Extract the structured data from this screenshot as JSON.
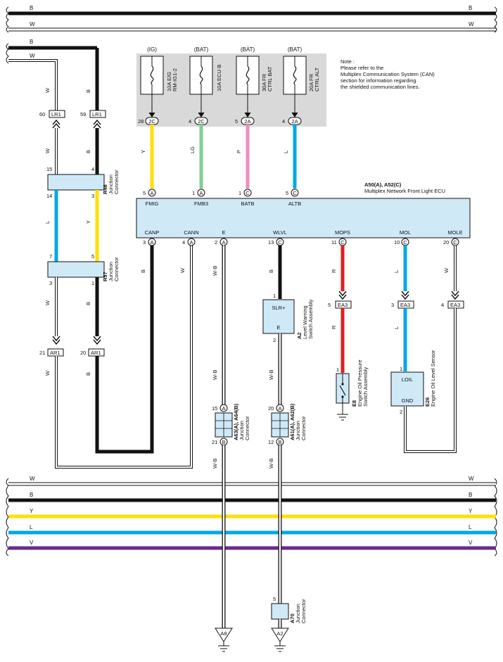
{
  "colors": {
    "B": "#1a1a1a",
    "W": "#ffffff",
    "Y": "#ffe000",
    "L": "#00a8e6",
    "V": "#6a2a8e",
    "LG": "#7fcf96",
    "P": "#f08cc0",
    "R": "#e02020",
    "WB": "#ffffff",
    "ecu_fill": "#cfe9f7",
    "fuse_bg": "#d9d9d9"
  },
  "buses": {
    "top": [
      {
        "code": "B"
      },
      {
        "code": "W"
      }
    ],
    "bottom": [
      {
        "code": "W"
      },
      {
        "code": "B"
      },
      {
        "code": "Y"
      },
      {
        "code": "L"
      },
      {
        "code": "V"
      }
    ]
  },
  "fuses": [
    {
      "source": "(IG)",
      "name": "10A E/G\nRM-IG1-2",
      "pin": "28",
      "conn": "2C",
      "wire": "Y"
    },
    {
      "source": "(BAT)",
      "name": "10A ECU-B",
      "pin": "4",
      "conn": "2C",
      "wire": "LG"
    },
    {
      "source": "(BAT)",
      "name": "30A FR\nCTRL BAT",
      "pin": "5",
      "conn": "2A",
      "wire": "P"
    },
    {
      "source": "(BAT)",
      "name": "20A FR\nCTRL ALT",
      "pin": "4",
      "conn": "2A",
      "wire": "L"
    }
  ],
  "note": "Note :\nPlease refer to the\nMultiplex Communication System (CAN)\nsection for information regarding\nthe shielded communication lines.",
  "ecu": {
    "id": "A50(A), A52(C)",
    "name": "Multiplex Network Front Light ECU",
    "top_pins": [
      {
        "pin": "5",
        "conn": "A",
        "label": "FMIG"
      },
      {
        "pin": "1",
        "conn": "A",
        "label": "FMB3"
      },
      {
        "pin": "1",
        "conn": "C",
        "label": "BATB"
      },
      {
        "pin": "5",
        "conn": "C",
        "label": "ALTB"
      }
    ],
    "bottom_pins": [
      {
        "pin": "3",
        "conn": "A",
        "label": "CANP",
        "wire": "B"
      },
      {
        "pin": "4",
        "conn": "A",
        "label": "CANN",
        "wire": "W"
      },
      {
        "pin": "2",
        "conn": "A",
        "label": "E",
        "wire": "W-B"
      },
      {
        "pin": "13",
        "conn": "C",
        "label": "WLVL",
        "wire": "B"
      },
      {
        "pin": "11",
        "conn": "C",
        "label": "MOPS",
        "wire": "R"
      },
      {
        "pin": "10",
        "conn": "C",
        "label": "MOL",
        "wire": "L"
      },
      {
        "pin": "20",
        "conn": "C",
        "label": "MOLE",
        "wire": "W"
      }
    ]
  },
  "left_connectors": {
    "LR1_left": {
      "pin": "60",
      "name": "LR1"
    },
    "LR1_right": {
      "pin": "59",
      "name": "LR1"
    },
    "AR1_left": {
      "pin": "21",
      "name": "AR1"
    },
    "AR1_right": {
      "pin": "20",
      "name": "AR1"
    },
    "R48": {
      "id": "R48",
      "name": "Junction\nConnector",
      "pins": [
        "15",
        "4",
        "14",
        "3"
      ]
    },
    "R57": {
      "id": "R57",
      "name": "Junction\nConnector",
      "pins": [
        "7",
        "5",
        "3",
        "1"
      ]
    },
    "wires": {
      "left": "W",
      "right": "B",
      "mid_left": "L",
      "mid_right": "Y"
    }
  },
  "ea3": [
    {
      "pin": "5",
      "name": "EA3"
    },
    {
      "pin": "3",
      "name": "EA3"
    },
    {
      "pin": "4",
      "name": "EA3"
    }
  ],
  "a2": {
    "id": "A2",
    "name": "Level Warning\nSwitch Assembly",
    "term_top": "SLR+",
    "term_bottom": "E",
    "pin_top": "1",
    "pin_bottom": "2"
  },
  "e8": {
    "id": "E8",
    "name": "Engine Oil Pressure\nSwitch Assembly",
    "pin": "1"
  },
  "e26": {
    "id": "E26",
    "name": "Engine Oil Level Sensor",
    "term_top": "LOIL",
    "term_bottom": "GND",
    "pin_top": "1",
    "pin_bottom": "2"
  },
  "a63": {
    "id": "A63(A), A64(B)",
    "name": "Junction\nConnector",
    "pin_top": "15",
    "conn_top": "A",
    "pin_bottom": "21",
    "conn_bottom": "B"
  },
  "a61": {
    "id": "A61(A), A62(B)",
    "name": "Junction\nConnector",
    "pin_top": "20",
    "conn_top": "A",
    "pin_bottom": "12",
    "conn_bottom": "B"
  },
  "a70": {
    "id": "A70",
    "name": "Junction\nConnector",
    "pin": "5"
  },
  "grounds": [
    {
      "name": "A8"
    },
    {
      "name": "A2"
    }
  ],
  "wire_labels": {
    "WB": "W-B",
    "R": "R",
    "L": "L",
    "W": "W",
    "B": "B"
  }
}
